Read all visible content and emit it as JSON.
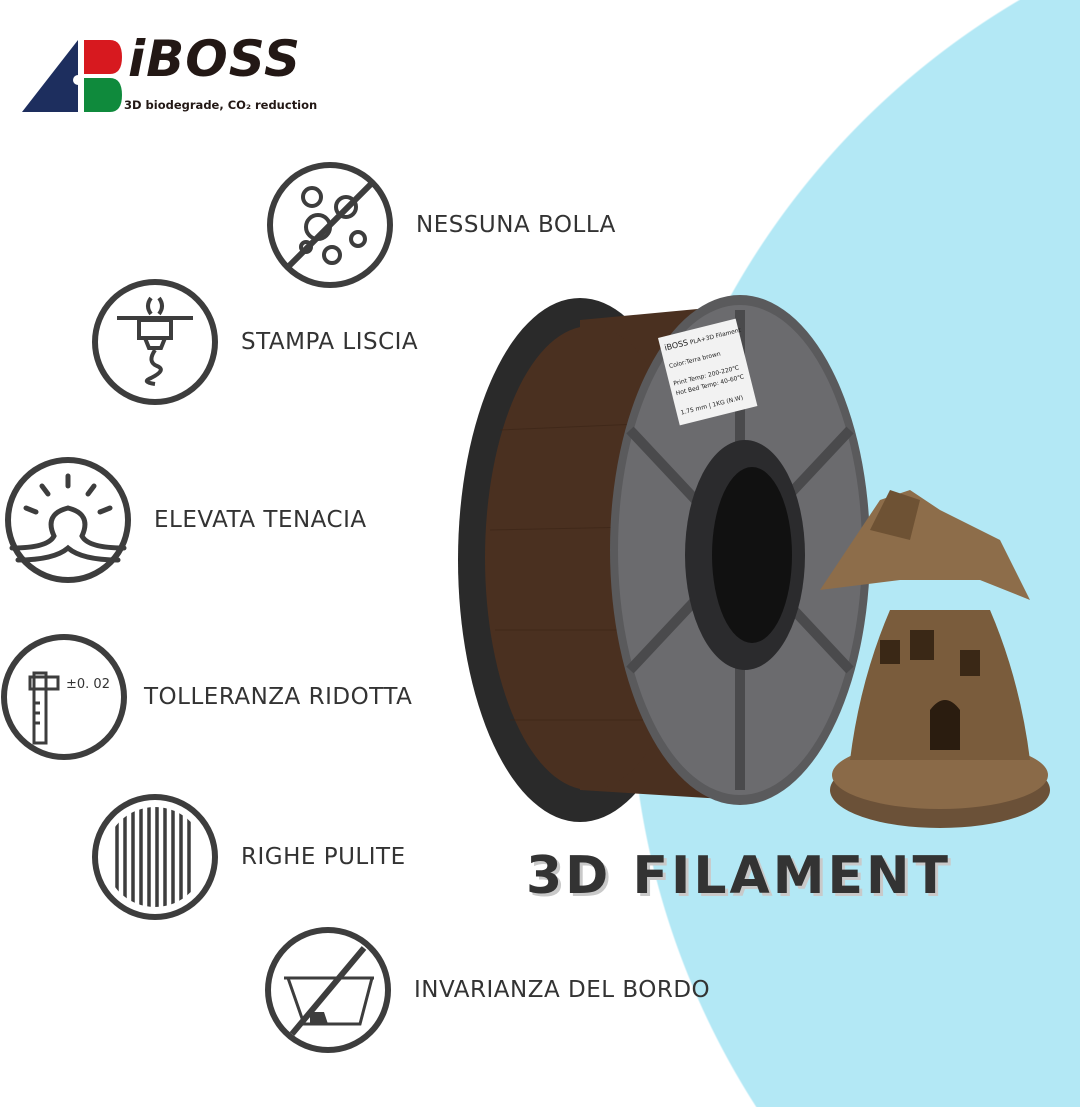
{
  "colors": {
    "background": "#ffffff",
    "accent_circle": "#b3e8f5",
    "icon_stroke": "#3d3d3d",
    "text": "#333333",
    "logo_blue": "#1d2e5e",
    "logo_red": "#d7191f",
    "logo_green": "#0f8a3c",
    "filament": "#4a3020"
  },
  "logo": {
    "brand": "iBOSS",
    "tagline": "3D biodegrade, CO₂ reduction"
  },
  "features": [
    {
      "icon": "no-bubbles-icon",
      "label": "NESSUNA BOLLA"
    },
    {
      "icon": "print-nozzle-icon",
      "label": "STAMPA LISCIA"
    },
    {
      "icon": "toughness-icon",
      "label": "ELEVATA TENACIA"
    },
    {
      "icon": "caliper-icon",
      "label": "TOLLERANZA RIDOTTA",
      "icon_text": "±0. 02"
    },
    {
      "icon": "clean-lines-icon",
      "label": "RIGHE PULITE"
    },
    {
      "icon": "no-warping-icon",
      "label": "INVARIANZA DEL BORDO"
    }
  ],
  "headline": "3D FILAMENT",
  "spool_label": {
    "brand": "iBOSS",
    "product": "PLA+3D Filament",
    "color": "Color:Terra brown",
    "print_temp": "Print Temp: 200-220℃",
    "bed_temp": "Hot Bed Temp: 40-60℃",
    "spec": "1.75 mm | 1KG (N.W)"
  }
}
